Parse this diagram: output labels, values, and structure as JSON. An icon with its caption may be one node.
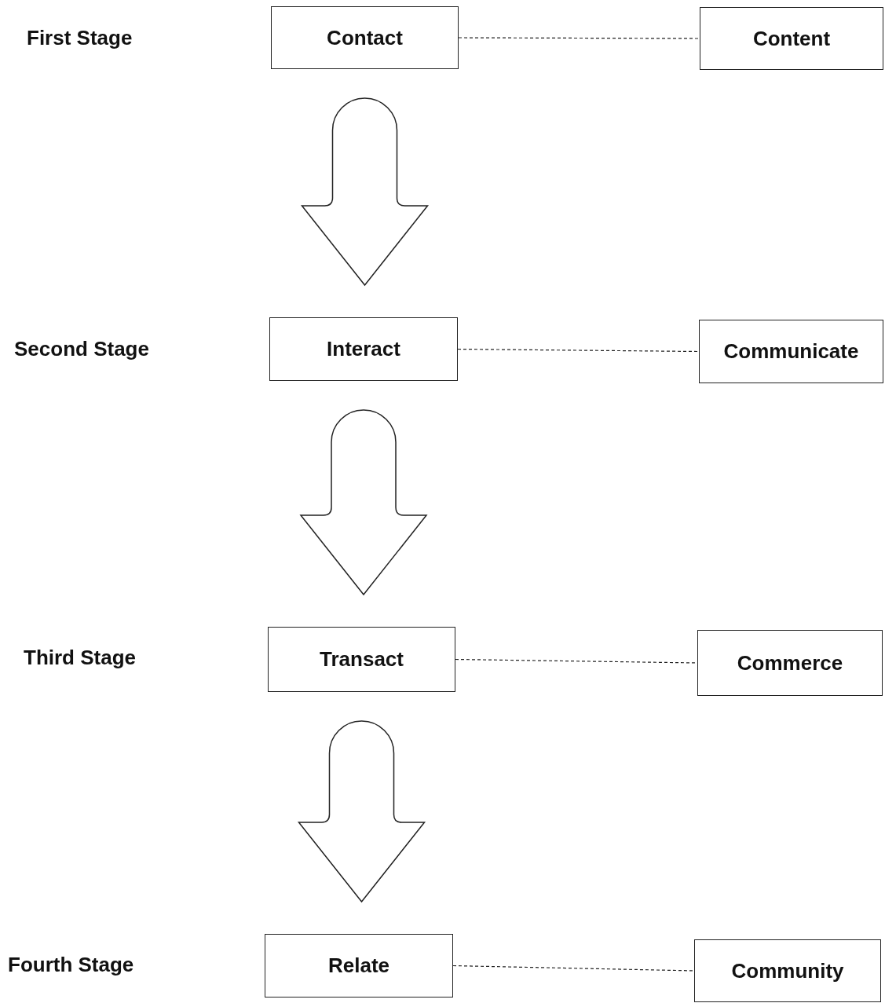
{
  "diagram": {
    "nodes": [
      {
        "text": [
          "Contact"
        ]
      },
      {
        "text": [
          "Content"
        ]
      },
      {
        "text": [
          "Interact"
        ]
      },
      {
        "text": [
          "Communicate"
        ]
      },
      {
        "text": [
          "Transact"
        ]
      },
      {
        "text": [
          "Commerce"
        ]
      },
      {
        "text": [
          "Relate"
        ]
      },
      {
        "text": [
          "Community"
        ]
      }
    ],
    "edges": [
      {
        "from": 0,
        "to": 1,
        "arrow": "none",
        "style": "dashed"
      },
      {
        "from": 0,
        "to": 2,
        "arrow": "to"
      },
      {
        "from": 2,
        "to": 3,
        "arrow": "none",
        "style": "dashed"
      },
      {
        "from": 2,
        "to": 4,
        "arrow": "to"
      },
      {
        "from": 4,
        "to": 5,
        "arrow": "none",
        "style": "dashed"
      },
      {
        "from": 4,
        "to": 6,
        "arrow": "to"
      },
      {
        "from": 6,
        "to": 7,
        "arrow": "none",
        "style": "dashed"
      }
    ],
    "labels": [
      "First Stage",
      "Second Stage",
      "Third Stage",
      "Fourth Stage"
    ]
  }
}
